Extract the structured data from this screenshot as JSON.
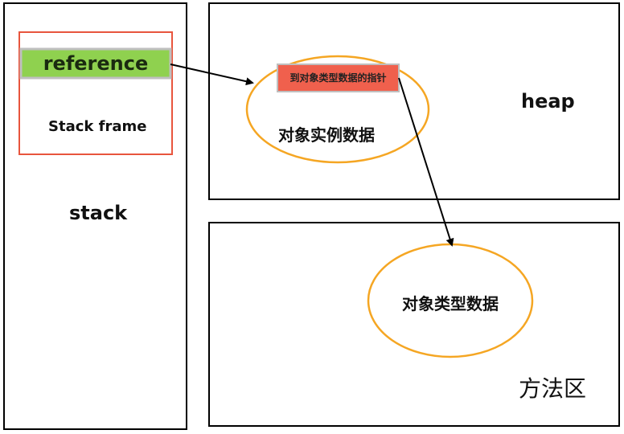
{
  "stack": {
    "label": "stack"
  },
  "stack_frame": {
    "label": "Stack frame"
  },
  "reference": {
    "label": "reference"
  },
  "heap": {
    "label": "heap"
  },
  "instance": {
    "label": "对象实例数据"
  },
  "pointer": {
    "label": "到对象类型数据的指针"
  },
  "method_area": {
    "label": "方法区"
  },
  "type_data": {
    "label": "对象类型数据"
  },
  "colors": {
    "box_stroke": "#000000",
    "frame_stroke": "#e8553d",
    "reference_fill": "#8fd14f",
    "reference_stroke": "#bfbfbf",
    "ellipse_stroke": "#f5a623",
    "pointer_fill": "#f0604d",
    "arrow": "#000000"
  }
}
